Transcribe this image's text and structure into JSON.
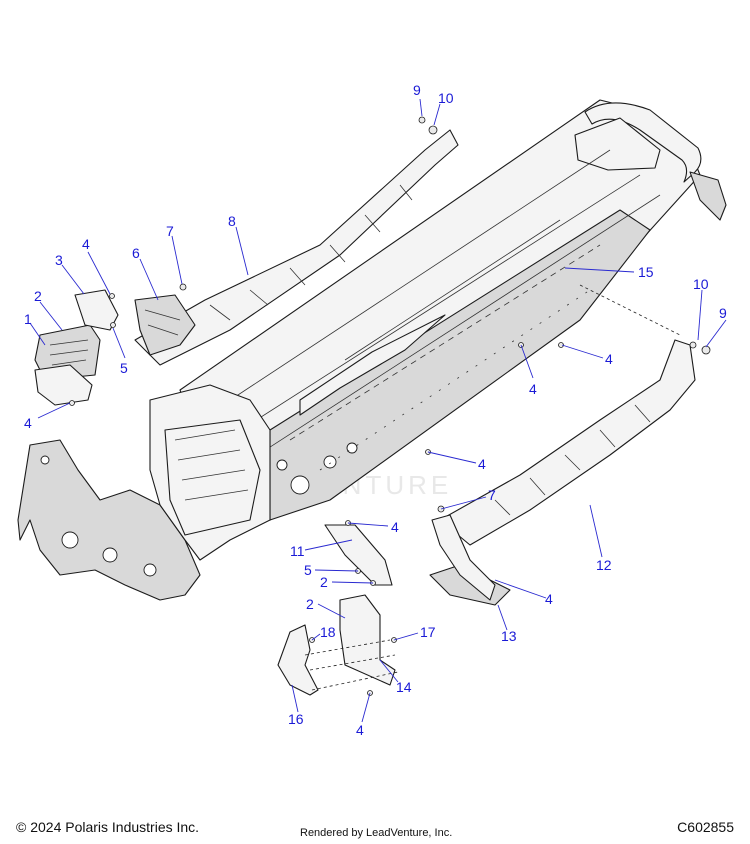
{
  "callouts": [
    {
      "label": "9"
    },
    {
      "label": "10"
    },
    {
      "label": "8"
    },
    {
      "label": "7"
    },
    {
      "label": "6"
    },
    {
      "label": "4"
    },
    {
      "label": "3"
    },
    {
      "label": "2"
    },
    {
      "label": "1"
    },
    {
      "label": "5"
    },
    {
      "label": "4"
    },
    {
      "label": "15"
    },
    {
      "label": "10"
    },
    {
      "label": "9"
    },
    {
      "label": "4"
    },
    {
      "label": "4"
    },
    {
      "label": "4"
    },
    {
      "label": "7"
    },
    {
      "label": "4"
    },
    {
      "label": "11"
    },
    {
      "label": "5"
    },
    {
      "label": "2"
    },
    {
      "label": "12"
    },
    {
      "label": "4"
    },
    {
      "label": "2"
    },
    {
      "label": "18"
    },
    {
      "label": "17"
    },
    {
      "label": "13"
    },
    {
      "label": "14"
    },
    {
      "label": "16"
    },
    {
      "label": "4"
    }
  ],
  "watermark": "VENTURE",
  "footer": {
    "copyright": "© 2024 Polaris Industries Inc.",
    "rendered_by": "Rendered by LeadVenture, Inc.",
    "drawing_number": "C602855"
  }
}
